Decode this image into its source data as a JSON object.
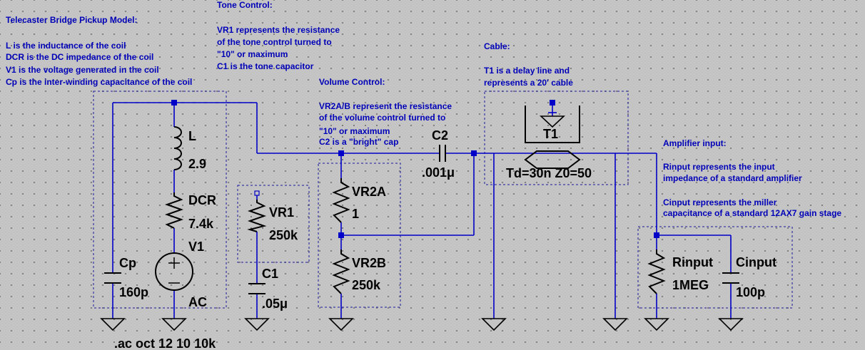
{
  "notes": {
    "pickup": [
      "Telecaster Bridge Pickup Model:",
      "L is the inductance of the coil",
      "DCR is the DC impedance of the coil",
      "V1 is the voltage generated in the coil",
      "Cp is the inter-winding capacitance of the coil"
    ],
    "tone": [
      "Tone Control:",
      "VR1 represents the resistance",
      "of the tone control turned to",
      "\"10\" or maximum",
      "C1 is the tone capacitor"
    ],
    "volume": [
      "Volume Control:",
      "VR2A/B represent the resistance",
      "of the volume control turned to",
      "\"10\" or maximum",
      "C2 is a \"bright\" cap"
    ],
    "cable": [
      "Cable:",
      "T1 is a delay line and",
      "represents a 20' cable"
    ],
    "amp": [
      "Amplifier input:",
      "Rinput represents the input",
      "impedance of a standard amplifier",
      "Cinput represents the miller",
      "capacitance of a standard 12AX7 gain stage"
    ]
  },
  "components": {
    "L": {
      "name": "L",
      "value": "2.9"
    },
    "DCR": {
      "name": "DCR",
      "value": "7.4k"
    },
    "V1": {
      "name": "V1",
      "value": "AC"
    },
    "Cp": {
      "name": "Cp",
      "value": "160p"
    },
    "VR1": {
      "name": "VR1",
      "value": "250k"
    },
    "C1": {
      "name": "C1",
      "value": ".05μ"
    },
    "VR2A": {
      "name": "VR2A",
      "value": "1"
    },
    "VR2B": {
      "name": "VR2B",
      "value": "250k"
    },
    "C2": {
      "name": "C2",
      "value": ".001μ"
    },
    "T1": {
      "name": "T1",
      "value": "Td=30n Z0=50"
    },
    "Rinput": {
      "name": "Rinput",
      "value": "1MEG"
    },
    "Cinput": {
      "name": "Cinput",
      "value": "100p"
    }
  },
  "directive": ".ac oct 12 10 10k",
  "colors": {
    "wire": "#0000c8",
    "note": "#0000b8",
    "background": "#c4c4c4",
    "symbol": "#000000"
  }
}
